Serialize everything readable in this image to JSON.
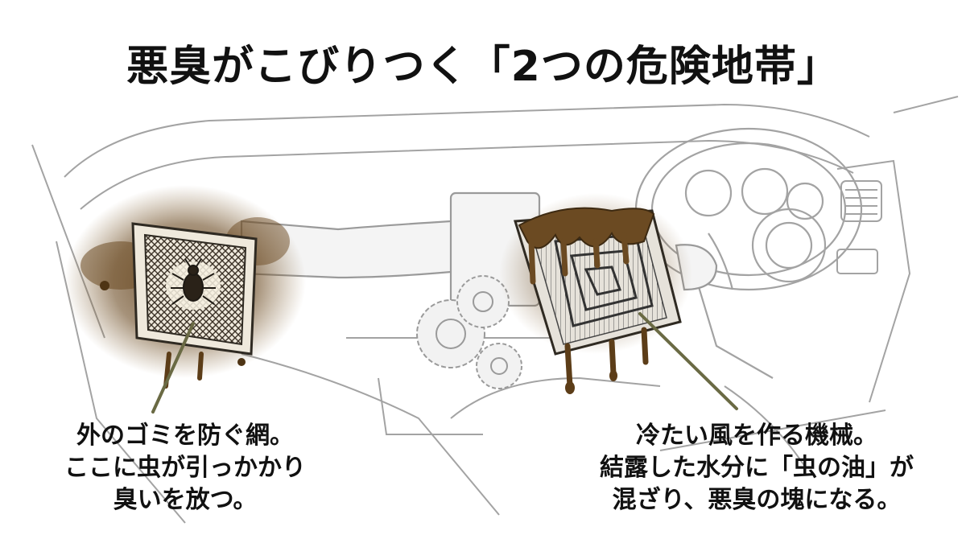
{
  "title": "悪臭がこびりつく「2つの危険地帯」",
  "left_caption": {
    "lines": [
      "外のゴミを防ぐ網。",
      "ここに虫が引っかかり",
      "臭いを放つ。"
    ]
  },
  "right_caption": {
    "lines": [
      "冷たい風を作る機械。",
      "結露した水分に「虫の油」が",
      "混ざり、悪臭の塊になる。"
    ]
  },
  "colors": {
    "line_art": "#9a9a9a",
    "grime": "#6b4a22",
    "filter_frame": "#3a3a3a",
    "pointer": "#6a6a44"
  }
}
